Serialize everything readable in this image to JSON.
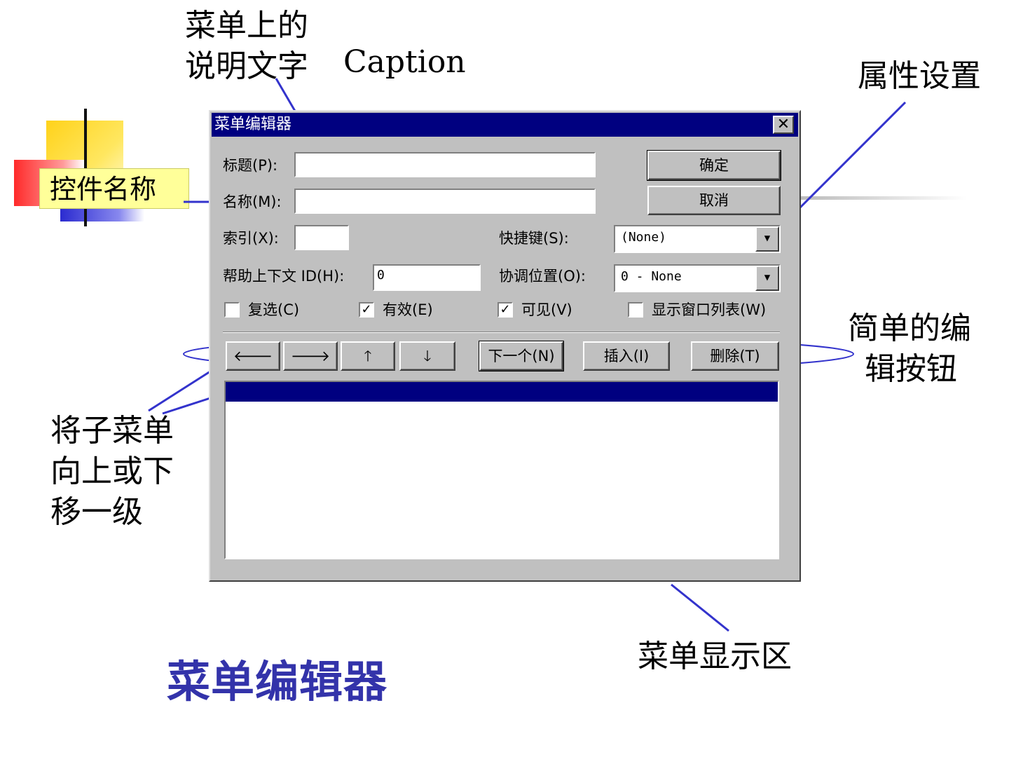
{
  "annotations": {
    "menu_caption_line1": "菜单上的",
    "menu_caption_line2": "说明文字",
    "caption_en": "Caption",
    "property_setting": "属性设置",
    "control_name": "控件名称",
    "simple_edit_line1": "简单的编",
    "simple_edit_line2": "辑按钮",
    "submenu_line1": "将子菜单",
    "submenu_line2": "向上或下",
    "submenu_line3": "移一级",
    "menu_display_area": "菜单显示区"
  },
  "slide_title": "菜单编辑器",
  "dialog": {
    "title": "菜单编辑器",
    "close_glyph": "✕",
    "caption_label": "标题(P):",
    "caption_value": "",
    "name_label": "名称(M):",
    "name_value": "",
    "index_label": "索引(X):",
    "index_value": "",
    "shortcut_label": "快捷键(S):",
    "shortcut_value": "(None)",
    "helpid_label": "帮助上下文 ID(H):",
    "helpid_value": "0",
    "negotiate_label": "协调位置(O):",
    "negotiate_value": "0 - None",
    "ok_label": "确定",
    "cancel_label": "取消",
    "checkboxes": {
      "checked_label": "复选(C)",
      "checked_value": false,
      "enabled_label": "有效(E)",
      "enabled_value": true,
      "visible_label": "可见(V)",
      "visible_value": true,
      "windowlist_label": "显示窗口列表(W)",
      "windowlist_value": false
    },
    "arrow_left": "🡐",
    "arrow_right": "🡒",
    "arrow_up": "🡑",
    "arrow_down": "🡓",
    "next_label": "下一个(N)",
    "insert_label": "插入(I)",
    "delete_label": "删除(T)",
    "dropdown_glyph": "▼",
    "check_glyph": "✓"
  },
  "colors": {
    "title_bar": "#000080",
    "dialog_face": "#c0c0c0",
    "slide_title": "#3333aa",
    "callout_line": "#3333cc"
  }
}
